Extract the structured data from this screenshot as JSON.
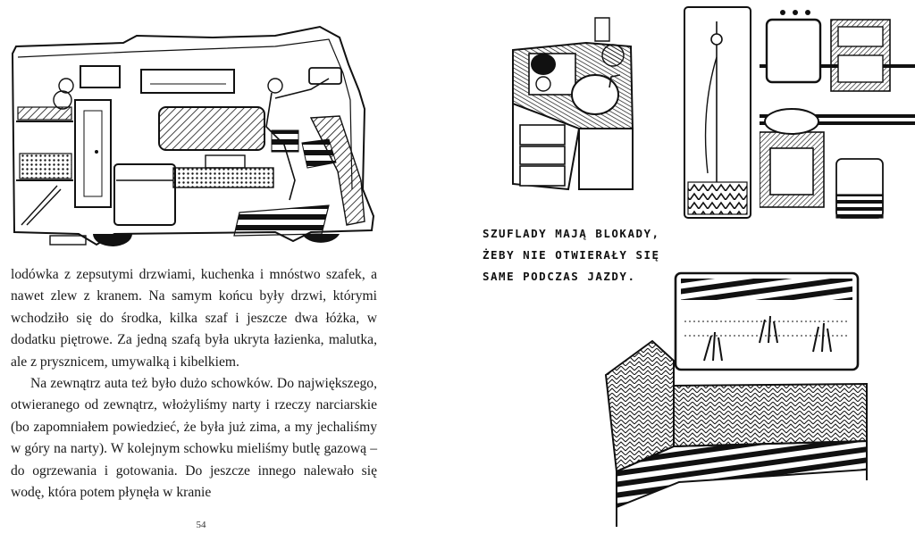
{
  "left_page": {
    "paragraphs": [
      "lodówka z zepsutymi drzwiami, kuchenka i mnóstwo szafek, a nawet zlew z kranem. Na samym końcu były drzwi, którymi wchodziło się do środka, kilka szaf i jeszcze dwa łóżka, w dodatku piętrowe. Za jedną szafą była ukryta łazienka, malutka, ale z prysznicem, umywalką i kibelkiem.",
      "Na zewnątrz auta też było dużo schowków. Do największego, otwieranego od zewnątrz, włożyliśmy narty i rzeczy narciarskie (bo zapomniałem powiedzieć, że była już zima, a my jechaliśmy w góry na narty). W kolejnym schowku mieliśmy butlę gazową – do ogrzewania i gotowania. Do jeszcze innego nalewało się wodę, która potem płynęła w kranie"
    ],
    "page_number": "54"
  },
  "right_page": {
    "caption_lines": [
      "SZUFLADY MAJĄ BLOKADY,",
      "ŻEBY NIE OTWIERAŁY SIĘ",
      "SAME PODCZAS JAZDY."
    ]
  }
}
